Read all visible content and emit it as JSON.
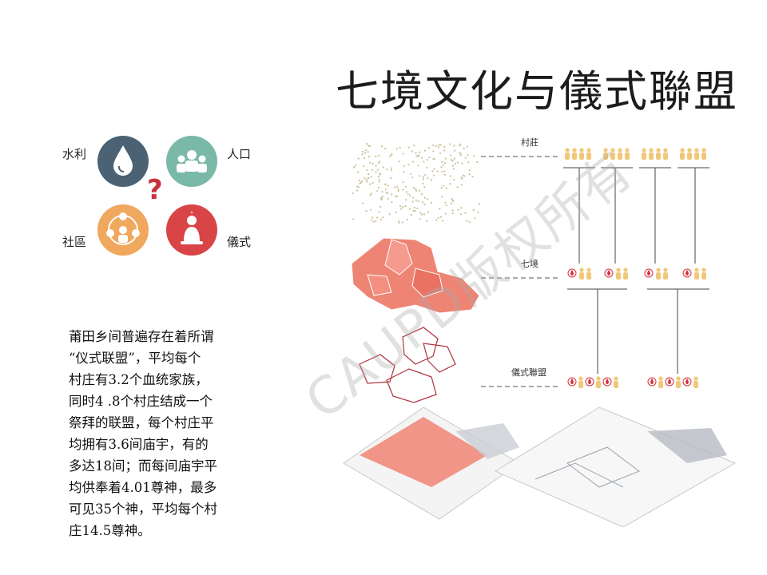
{
  "title": "七境文化与儀式聯盟",
  "icons": {
    "water": {
      "label": "水利",
      "color": "#4a6274"
    },
    "population": {
      "label": "人口",
      "color": "#7ab8a8"
    },
    "community": {
      "label": "社區",
      "color": "#f0a75e"
    },
    "ritual": {
      "label": "儀式",
      "color": "#d94447"
    },
    "question": "?"
  },
  "paragraph": [
    "莆田乡间普遍存在着所谓",
    "“仪式联盟”，平均每个",
    "村庄有3.2个血统家族，",
    "同时4 .8个村庄结成一个",
    "祭拜的联盟，每个村庄平",
    "均拥有3.6间庙宇，有的",
    "多达18间；而每间庙宇平",
    "均供奉着4.01尊神，最多",
    "可见35个神，平均每个村",
    "庄14.5尊神。"
  ],
  "layers": {
    "village": "村莊",
    "seven": "七境",
    "alliance": "儀式聯盟"
  },
  "colors": {
    "village_fill": "#c9c29a",
    "seven_fill": "#ee8474",
    "alliance_stroke": "#b0303a",
    "person": "#f1c879",
    "flame": "#d6303a"
  },
  "watermark": "CAUPD版权所有"
}
